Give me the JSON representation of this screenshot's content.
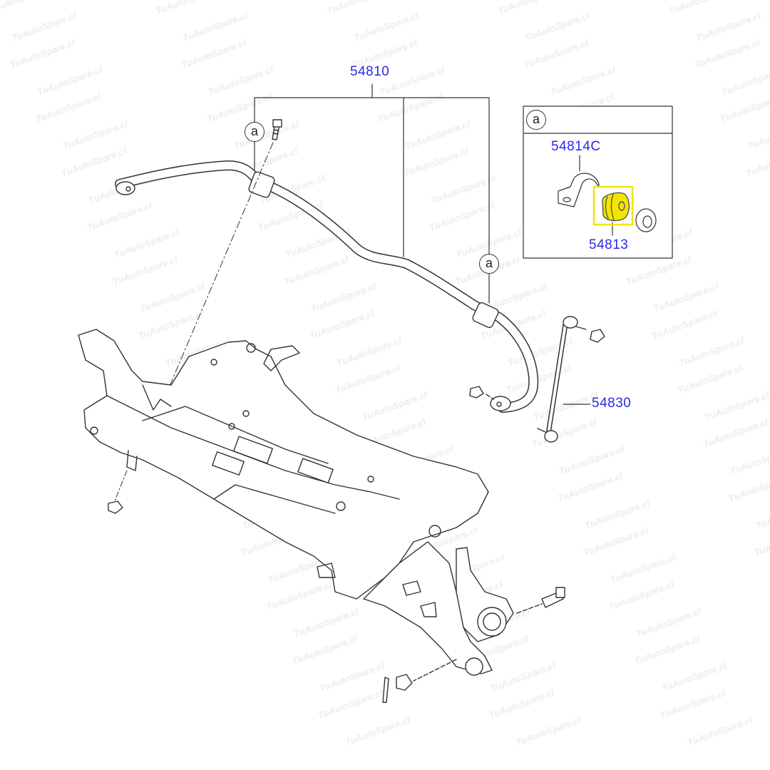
{
  "watermark": "TuAutoSpare.cl",
  "detail_ref": "a",
  "parts": {
    "stabilizer_bar": "54810",
    "bracket": "54814C",
    "bushing": "54813",
    "link": "54830"
  },
  "highlight_color": "#f2e600",
  "label_color": "#2a2ae6"
}
